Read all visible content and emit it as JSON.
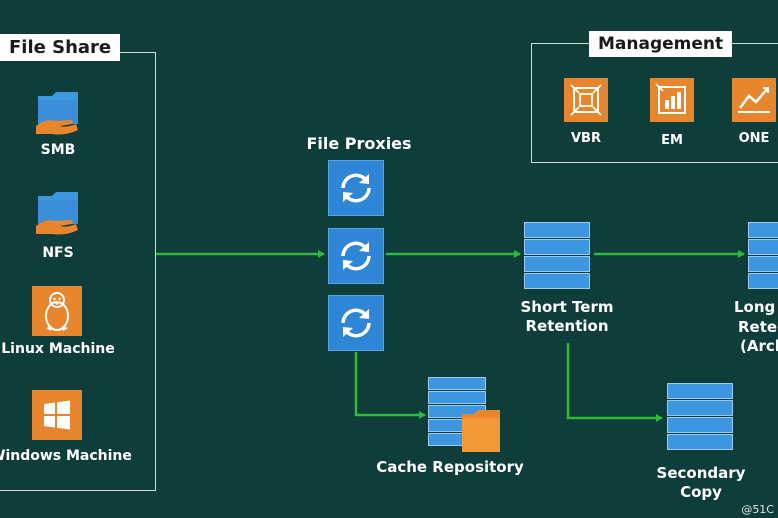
{
  "file_share": {
    "title": "File Share",
    "items": [
      {
        "label": "SMB",
        "icon": "folder-hand-icon"
      },
      {
        "label": "NFS",
        "icon": "folder-hand-icon"
      },
      {
        "label": "Linux Machine",
        "icon": "linux-penguin-icon"
      },
      {
        "label": "Windows Machine",
        "icon": "windows-logo-icon"
      }
    ]
  },
  "management": {
    "title": "Management",
    "items": [
      {
        "label": "VBR",
        "icon": "vbr-icon"
      },
      {
        "label": "EM",
        "icon": "em-icon"
      },
      {
        "label": "ONE",
        "icon": "one-chart-icon"
      }
    ]
  },
  "proxies": {
    "title": "File Proxies",
    "count": 3
  },
  "cache": {
    "label": "Cache Repository"
  },
  "short_term": {
    "label_line1": "Short Term",
    "label_line2": "Retention"
  },
  "long_term": {
    "label_line1": "Long",
    "label_line2": "Reter",
    "label_line3": "(Arcl"
  },
  "secondary": {
    "label_line1": "Secondary",
    "label_line2": "Copy"
  },
  "watermark": "@51C",
  "colors": {
    "background": "#0f3d3a",
    "arrow": "#2dbb3a",
    "storage": "#3d97e0",
    "proxy": "#2f86d6",
    "accent_orange": "#e8862d",
    "frame": "#d8d8d8"
  }
}
